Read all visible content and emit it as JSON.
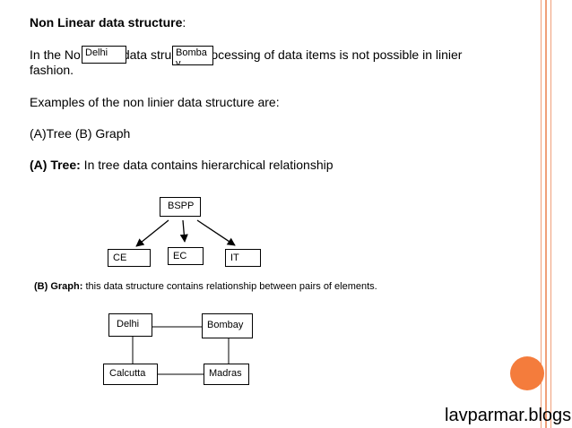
{
  "heading": {
    "title": "Non Linear data structure",
    "suffix": ":"
  },
  "paragraph1": {
    "part_a": "In the No",
    "part_b": "data stru",
    "part_c": "ocessing of data items is not possible in linier",
    "line2": "fashion.",
    "overlay_left": "Delhi",
    "overlay_right": "Bomba y"
  },
  "paragraph2": "Examples of the non linier data structure are:",
  "paragraph3": "(A)Tree (B) Graph",
  "paragraph4": {
    "label": "(A) Tree:",
    "text": " In tree data contains hierarchical relationship"
  },
  "tree": {
    "root": "BSPP",
    "children": [
      "CE",
      "EC",
      "IT"
    ]
  },
  "paragraph5": {
    "label": "(B) Graph:",
    "text": " this data structure contains relationship between pairs of elements."
  },
  "graph": {
    "nodes": [
      "Delhi",
      "Bombay",
      "Calcutta",
      "Madras"
    ]
  },
  "footer": "lavparmar.blogspo",
  "colors": {
    "accent": "#f47c3c",
    "rule": "#f0a07a"
  }
}
